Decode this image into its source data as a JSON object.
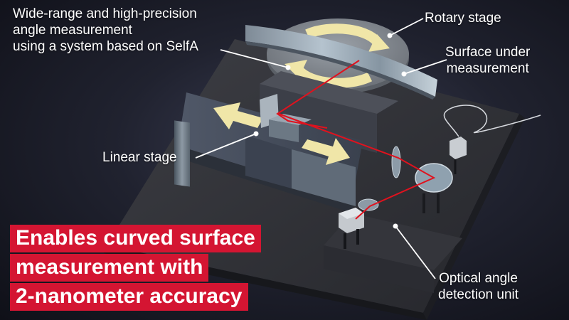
{
  "labels": {
    "title": {
      "line1": "Wide-range and high-precision",
      "line2": "angle measurement",
      "line3": "using a system based on SelfA"
    },
    "rotary_stage": "Rotary stage",
    "surface": {
      "line1": "Surface under",
      "line2": "measurement"
    },
    "linear_stage": "Linear stage",
    "optical": {
      "line1": "Optical angle",
      "line2": "detection unit"
    }
  },
  "callout": {
    "line1": "Enables curved surface",
    "line2": "measurement with",
    "line3": "2-nanometer accuracy"
  },
  "colors": {
    "callout_bg": "#d41532",
    "laser": "#e0121e",
    "arrow": "#f0e6a8",
    "text": "#ffffff"
  }
}
